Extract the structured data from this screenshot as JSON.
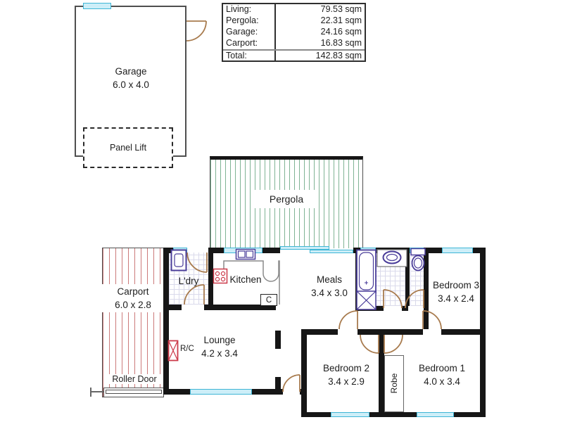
{
  "area_table": {
    "rows": [
      {
        "label": "Living:",
        "value": "79.53 sqm"
      },
      {
        "label": "Pergola:",
        "value": "22.31 sqm"
      },
      {
        "label": "Garage:",
        "value": "24.16 sqm"
      },
      {
        "label": "Carport:",
        "value": "16.83 sqm"
      }
    ],
    "total_row": {
      "label": "Total:",
      "value": "142.83 sqm"
    }
  },
  "rooms": {
    "garage": {
      "name": "Garage",
      "dims": "6.0 x 4.0"
    },
    "pergola": {
      "name": "Pergola"
    },
    "carport": {
      "name": "Carport",
      "dims": "6.0 x 2.8"
    },
    "laundry": {
      "name": "L'dry"
    },
    "kitchen": {
      "name": "Kitchen"
    },
    "meals": {
      "name": "Meals",
      "dims": "3.4 x 3.0"
    },
    "lounge": {
      "name": "Lounge",
      "dims": "4.2 x 3.4"
    },
    "bedroom1": {
      "name": "Bedroom 1",
      "dims": "4.0 x 3.4"
    },
    "bedroom2": {
      "name": "Bedroom 2",
      "dims": "3.4 x 2.9"
    },
    "bedroom3": {
      "name": "Bedroom 3",
      "dims": "3.4 x 2.4"
    },
    "robe": {
      "name": "Robe"
    }
  },
  "annotations": {
    "panel_lift": "Panel Lift",
    "roller_door": "Roller Door",
    "cupboard": "C",
    "air_conditioner": "R/C"
  },
  "colors": {
    "wall": "#161616",
    "outline": "#4f4f4f",
    "window-fill": "#cdeef8",
    "window-border": "#3fb6d6",
    "door": "#a87b4e",
    "pergola-stripe": "#7fb394",
    "carport-stripe": "#cc7a7a",
    "fixture": "#4a3d99",
    "stove": "#cc3a4a",
    "tile": "#dadaeb",
    "text": "#1d1d1d"
  }
}
